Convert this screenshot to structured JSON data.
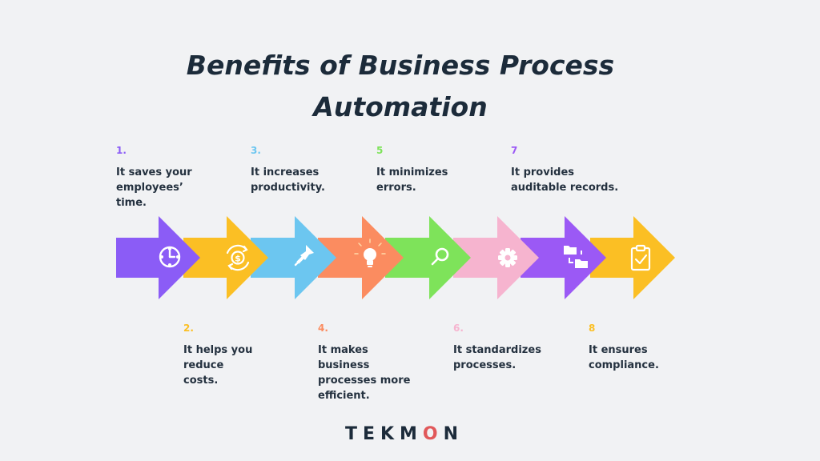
{
  "title": {
    "line1": "Benefits of Business Process",
    "line2": "Automation"
  },
  "steps": [
    {
      "num": "1.",
      "text": "It saves your employees’ time.",
      "color": "#8b5cf6",
      "icon": "clock-icon"
    },
    {
      "num": "2.",
      "text": "It helps you reduce costs.",
      "color": "#fbbf24",
      "icon": "dollar-cycle-icon"
    },
    {
      "num": "3.",
      "text": "It increases productivity.",
      "color": "#6cc6f0",
      "icon": "pushpin-icon"
    },
    {
      "num": "4.",
      "text": "It makes business processes more efficient.",
      "color": "#fb8c60",
      "icon": "lightbulb-icon"
    },
    {
      "num": "5",
      "text": "It minimizes errors.",
      "color": "#7ee35a",
      "icon": "magnifier-icon"
    },
    {
      "num": "6.",
      "text": "It standardizes processes.",
      "color": "#f6b4cf",
      "icon": "gear-icon"
    },
    {
      "num": "7",
      "text": "It provides auditable records.",
      "color": "#9b59f5",
      "icon": "folders-icon"
    },
    {
      "num": "8",
      "text": "It ensures compliance.",
      "color": "#fbbf24",
      "icon": "clipboard-check-icon"
    }
  ],
  "logo": {
    "part1": "TEKM",
    "part2": "O",
    "part3": "N"
  }
}
